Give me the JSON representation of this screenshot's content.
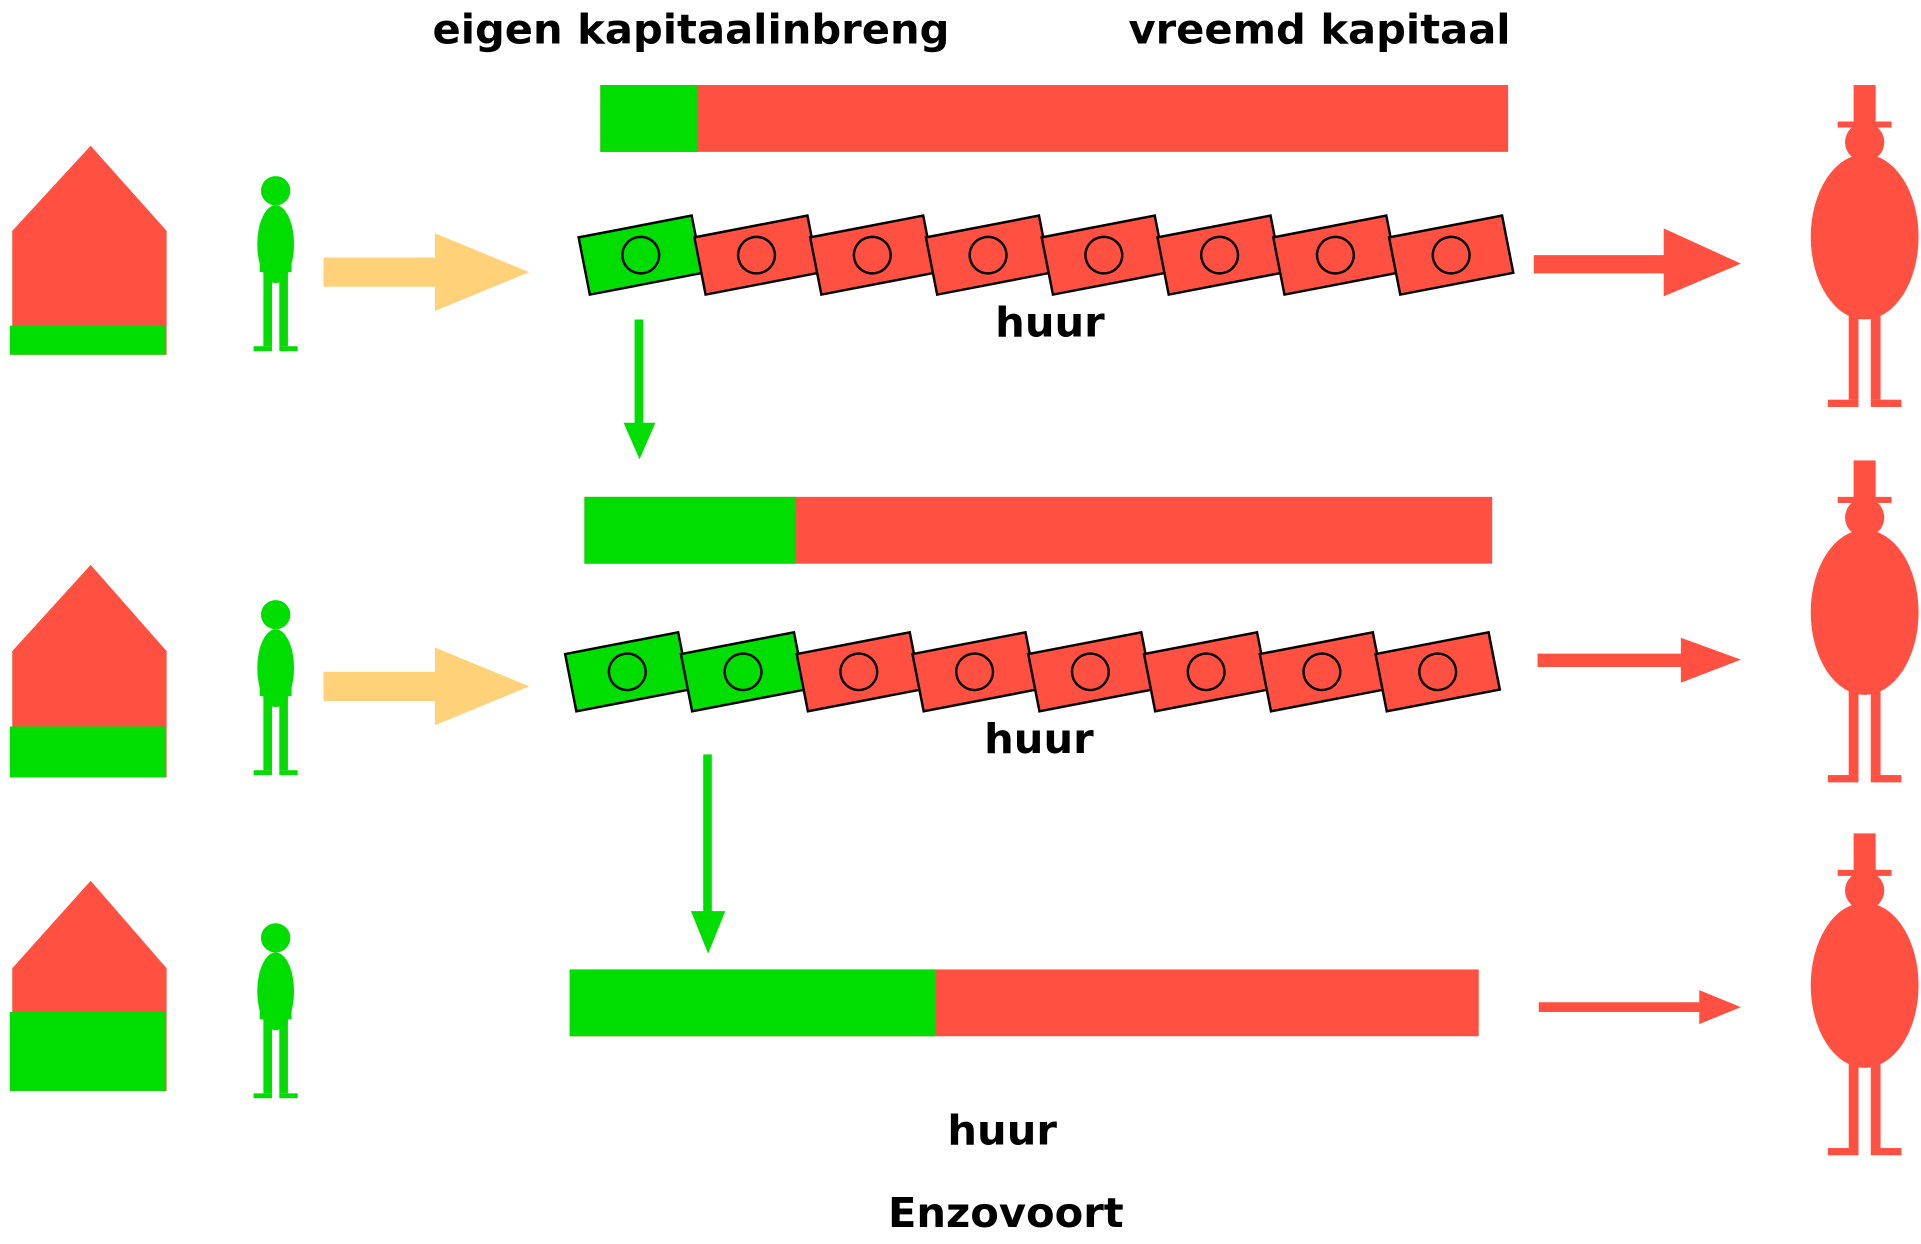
{
  "labels": {
    "own_capital": "eigen kapitaalinbreng",
    "foreign_capital": "vreemd kapitaal",
    "rent_1": "huur",
    "rent_2": "huur",
    "rent_3": "huur",
    "etcetera": "Enzovoort"
  },
  "rows": [
    {
      "own_share": 0.107,
      "bills_green": 1,
      "bills_total": 8
    },
    {
      "own_share": 0.233,
      "bills_green": 2,
      "bills_total": 8
    },
    {
      "own_share": 0.402
    }
  ],
  "colors": {
    "green": "#00dd00",
    "red": "#ff5042",
    "dark_green": "#00bb00",
    "orange_arrow": "#ffd27a",
    "text": "#000000"
  },
  "icons": [
    "house-icon",
    "person-icon",
    "capitalist-top-hat-icon",
    "banknote-icon",
    "arrow-icon"
  ]
}
